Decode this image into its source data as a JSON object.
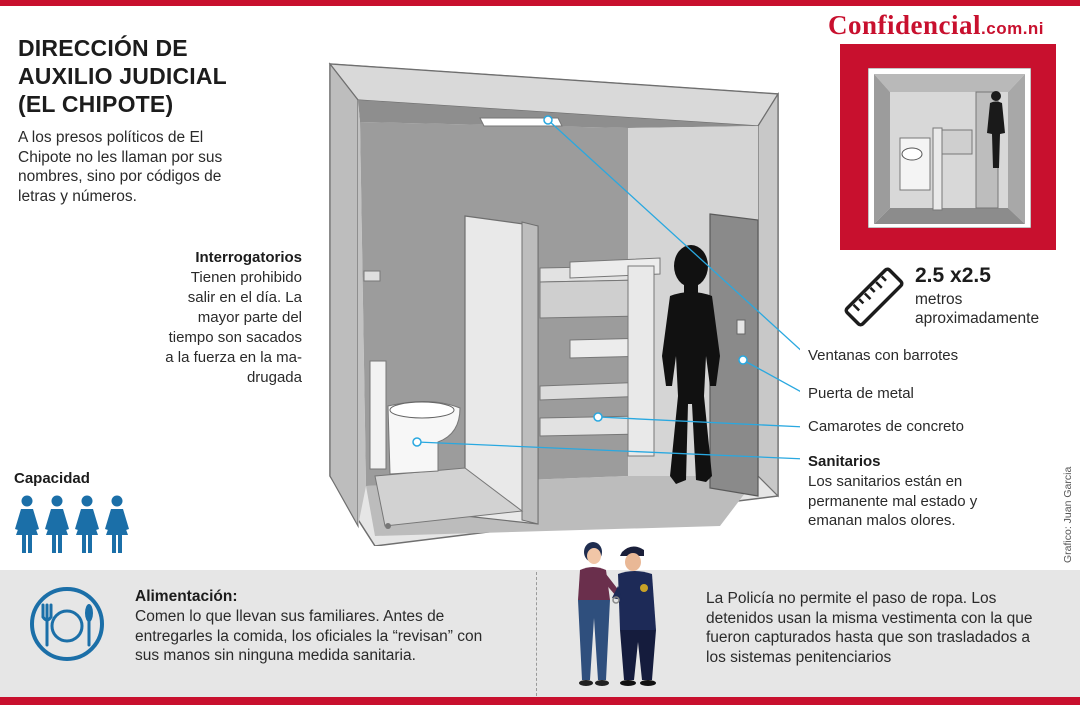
{
  "brand": {
    "name": "Confidencial",
    "domain": ".com.ni",
    "color": "#c8102e"
  },
  "title": {
    "line1": "DIRECCIÓN DE",
    "line2": "AUXILIO JUDICIAL",
    "line3": "(EL CHIPOTE)"
  },
  "intro": "A los presos políticos de El Chipote no les llaman por sus nombres, sino por códi­gos de letras y números.",
  "interrogatorios": {
    "heading": "Interrogatorios",
    "text": "Tienen prohibido salir en el día. La mayor parte del tiempo son sacados a la fuerza en la ma­drugada"
  },
  "capacidad": {
    "heading": "Capacidad",
    "count": 4,
    "icon": "person-female-icon",
    "color": "#1b6fa8"
  },
  "dimensions": {
    "value": "2.5 x2.5",
    "unit": "metros aproximadamente",
    "icon": "ruler-icon"
  },
  "callouts": {
    "ventanas": "Ventanas con barrotes",
    "puerta": "Puerta de metal",
    "camarotes": "Camarotes de concreto",
    "sanitarios_heading": "Sanitarios",
    "sanitarios_text": "Los sanitarios están en permanente mal estado y emanan malos olores."
  },
  "credit": "Grafico: Juan Garcia",
  "alimentacion": {
    "heading": "Alimentación:",
    "text": "Comen lo que llevan sus familiares. Antes de entregarles la comida, los oficiales la “revisan” con sus manos sin ninguna medida sanitaria.",
    "icon": "cutlery-plate-icon"
  },
  "ropa": "La Policía no permite el paso de ropa. Los detenidos usan la misma vestimenta con la que fueron capturados hasta que son trasladados a los sistemas penitenciarios",
  "colors": {
    "accent_red": "#c8102e",
    "line_blue": "#29a8e0",
    "icon_blue": "#1b6fa8"
  }
}
